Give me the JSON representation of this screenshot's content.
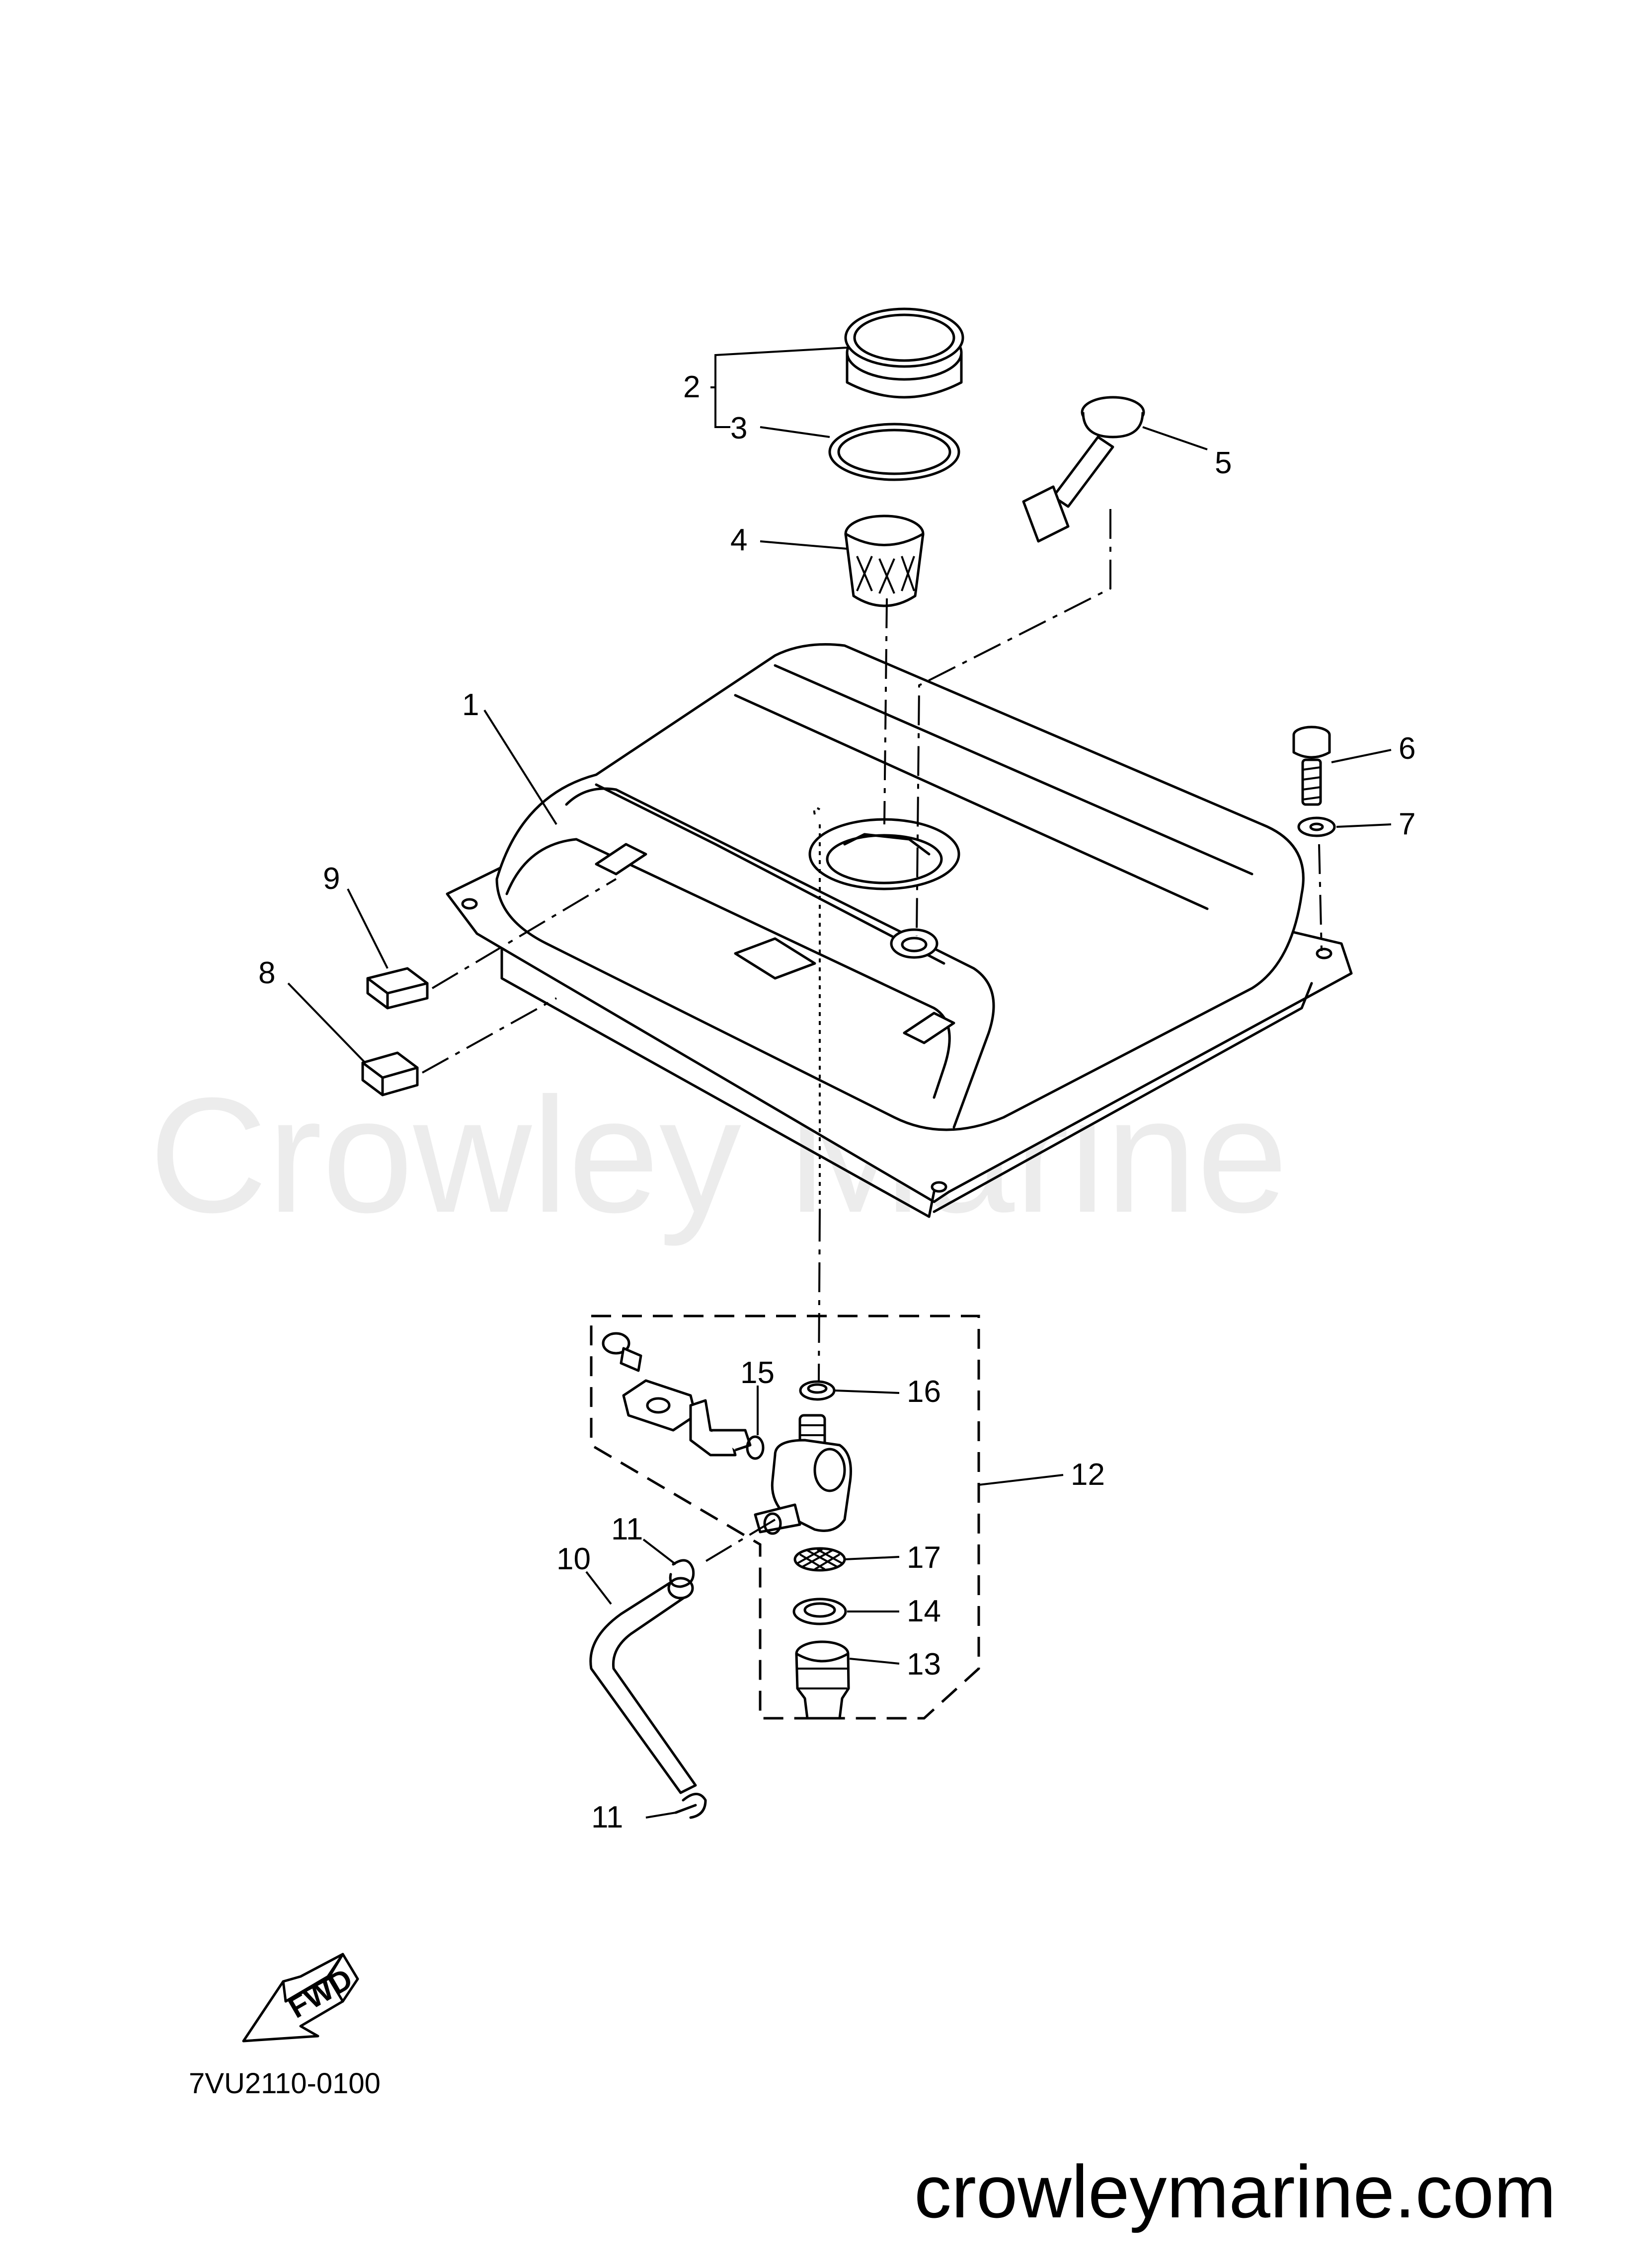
{
  "diagram": {
    "part_number": "7VU2110-0100",
    "direction_marker": "FWD",
    "callouts": {
      "c1": "1",
      "c2": "2",
      "c3": "3",
      "c4": "4",
      "c5": "5",
      "c6": "6",
      "c7": "7",
      "c8": "8",
      "c9": "9",
      "c10": "10",
      "c11a": "11",
      "c11b": "11",
      "c12": "12",
      "c13": "13",
      "c14": "14",
      "c15": "15",
      "c16": "16",
      "c17": "17"
    }
  },
  "watermark": {
    "center_text": "Crowley Marine",
    "url": "crowleymarine.com"
  }
}
